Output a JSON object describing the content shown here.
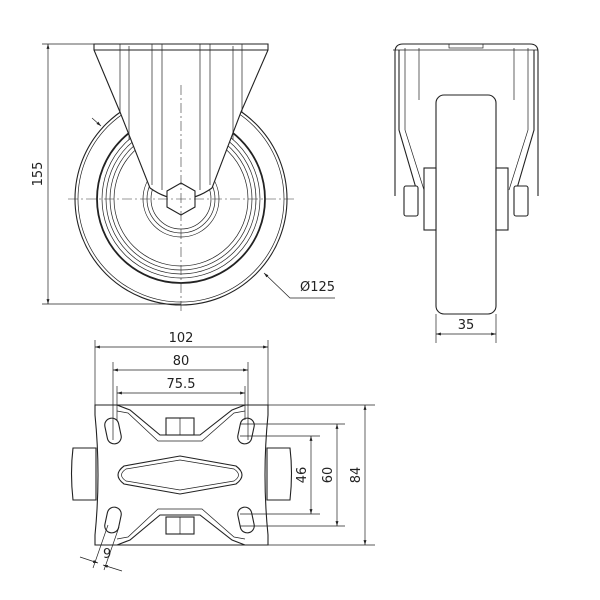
{
  "title": "Fixed castor wheel technical drawing",
  "dimensions": {
    "overall_height": "155",
    "wheel_diameter": "Ø125",
    "wheel_width": "35",
    "plate_width": "102",
    "hole_spacing_outer_x": "80",
    "hole_spacing_inner_x": "75.5",
    "plate_length": "84",
    "hole_spacing_outer_y": "60",
    "hole_spacing_inner_y": "46",
    "slot_width": "9"
  },
  "colors": {
    "line": "#222222",
    "background": "#ffffff"
  }
}
